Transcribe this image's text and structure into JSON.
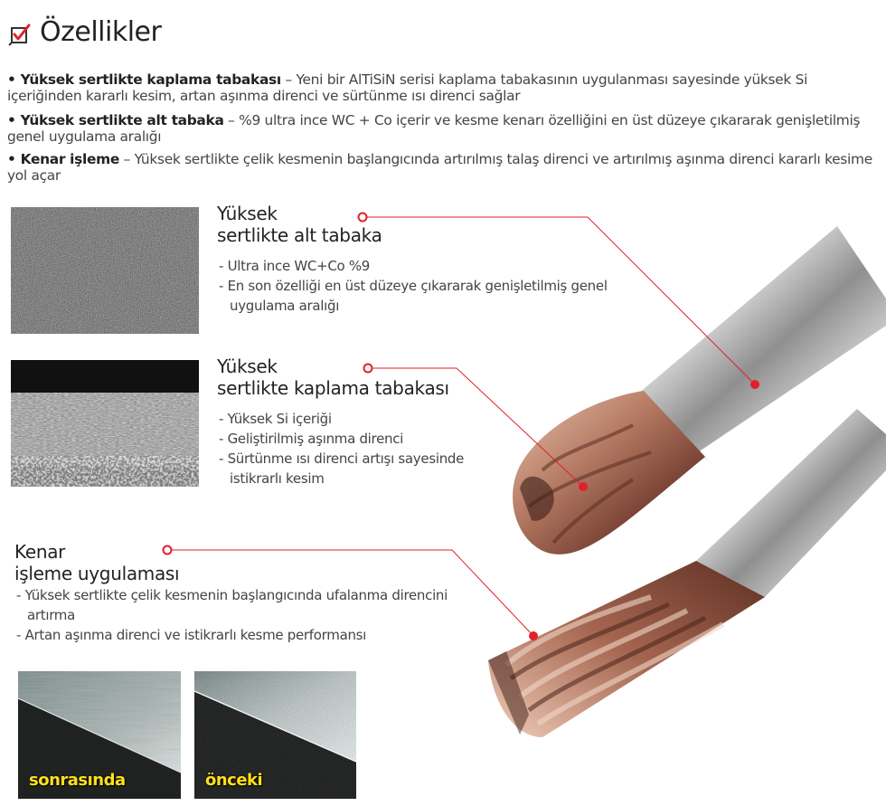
{
  "header": {
    "title": "Özellikler",
    "icon": "checkbox-pen-icon",
    "icon_color": "#e0202a"
  },
  "intro": [
    {
      "label": "• Yüksek sertlikte kaplama tabakası",
      "text": " –  Yeni bir AlTiSiN serisi kaplama tabakasının uygulanması sayesinde yüksek Si içeriğinden kararlı kesim, artan aşınma direnci ve sürtünme ısı direnci sağlar"
    },
    {
      "label": "• Yüksek sertlikte alt tabaka",
      "text": "  –  %9 ultra ince WC + Co içerir ve kesme kenarı özelliğini en üst düzeye çıkararak genişletilmiş genel uygulama aralığı"
    },
    {
      "label": "• Kenar işleme",
      "text": " –   Yüksek sertlikte çelik kesmenin başlangıcında artırılmış talaş direnci ve artırılmış aşınma direnci kararlı kesime yol açar"
    }
  ],
  "sections": {
    "substrate": {
      "title_line1": "Yüksek",
      "title_line2": "sertlikte alt tabaka",
      "items": [
        "- Ultra ince WC+Co %9",
        "- En son özelliği en üst düzeye çıkararak genişletilmiş genel uygulama aralığı"
      ]
    },
    "coating": {
      "title_line1": "Yüksek",
      "title_line2": "sertlikte kaplama tabakası",
      "items": [
        "- Yüksek Si içeriği",
        "- Geliştirilmiş aşınma direnci",
        "- Sürtünme ısı direnci artışı sayesinde istikrarlı kesim"
      ]
    },
    "edge": {
      "title_line1": "Kenar",
      "title_line2": "işleme uygulaması",
      "items": [
        "- Yüksek sertlikte çelik kesmenin başlangıcında ufalanma direncini artırma",
        "- Artan aşınma direnci ve istikrarlı kesme performansı"
      ]
    }
  },
  "photos": {
    "after_caption": "sonrasında",
    "before_caption": "önceki"
  },
  "colors": {
    "accent": "#e0202a",
    "caption": "#ffe11a"
  }
}
